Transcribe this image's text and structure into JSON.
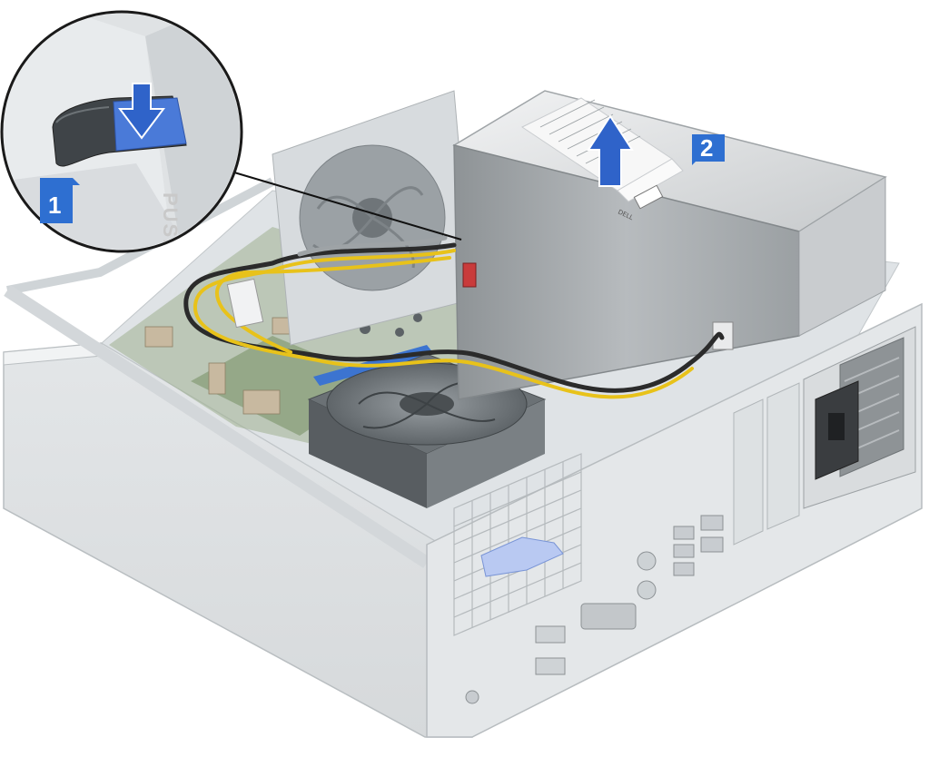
{
  "illustration": {
    "subject": "psu-removal",
    "colors": {
      "chassis_light": "#e9ecee",
      "chassis_mid": "#c9ced2",
      "chassis_dark": "#8f9599",
      "psu_metal": "#a9adb0",
      "callout_blue": "#2e6fd1",
      "arrow_blue": "#2f63c9",
      "tab_blue": "#4a7ad8",
      "wire_yellow": "#e8c21a",
      "wire_black": "#2b2b2b",
      "board_green": "#6d8a5a",
      "riser_blue": "#3c74d0"
    }
  },
  "callouts": [
    {
      "number": "1",
      "target": "release-tab"
    },
    {
      "number": "2",
      "target": "power-supply-unit"
    }
  ],
  "zoom_inset": {
    "embossed_text": "PUSH",
    "arrow_direction": "down"
  },
  "psu": {
    "brand": "DELL",
    "arrow_direction": "up"
  }
}
